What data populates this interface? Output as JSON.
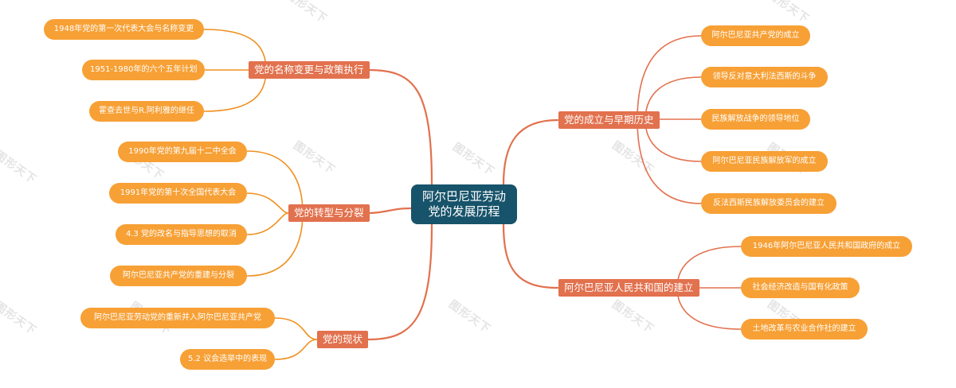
{
  "mindmap": {
    "root": {
      "label": "阿尔巴尼亚劳动党的发展历程",
      "line1": "阿尔巴尼亚劳动",
      "line2": "党的发展历程"
    },
    "branches": [
      {
        "label": "党的名称变更与政策执行",
        "side": "left",
        "children": [
          "1948年党的第一次代表大会与名称变更",
          "1951-1980年的六个五年计划",
          "霍查去世与R.阿利雅的继任"
        ]
      },
      {
        "label": "党的转型与分裂",
        "side": "left",
        "children": [
          "1990年党的第九届十二中全会",
          "1991年党的第十次全国代表大会",
          "4.3 党的改名与指导思想的取消",
          "阿尔巴尼亚共产党的重建与分裂"
        ]
      },
      {
        "label": "党的现状",
        "side": "left",
        "children": [
          "阿尔巴尼亚劳动党的重新并入阿尔巴尼亚共产党",
          "5.2 议会选举中的表现"
        ]
      },
      {
        "label": "党的成立与早期历史",
        "side": "right",
        "children": [
          "阿尔巴尼亚共产党的成立",
          "领导反对意大利法西斯的斗争",
          "民族解放战争的领导地位",
          "阿尔巴尼亚民族解放军的成立",
          "反法西斯民族解放委员会的建立"
        ]
      },
      {
        "label": "阿尔巴尼亚人民共和国的建立",
        "side": "right",
        "children": [
          "1946年阿尔巴尼亚人民共和国政府的成立",
          "社会经济改造与国有化政策",
          "土地改革与农业合作社的建立"
        ]
      }
    ]
  },
  "watermark": {
    "text": "图形天下"
  },
  "colors": {
    "root_bg": "#17536a",
    "branch_bg": "#e2714e",
    "leaf_bg": "#f7a035",
    "main_link": "#e2714e",
    "left_leaf_link": "#f0901f",
    "right_leaf_link": "#e2714e"
  }
}
